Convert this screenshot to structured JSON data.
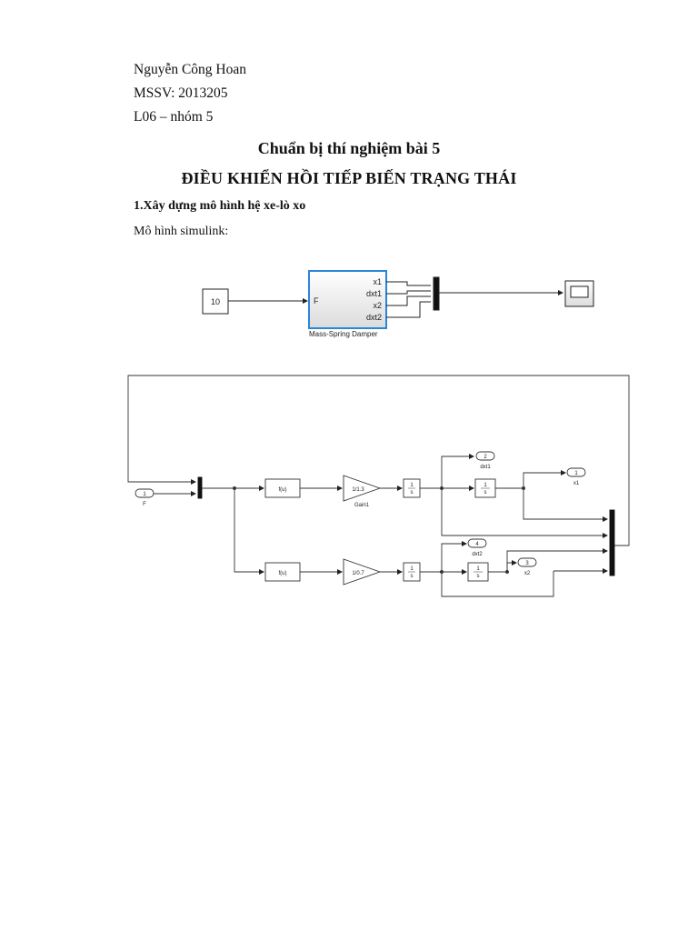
{
  "author": "Nguyễn Công Hoan",
  "student_id": "MSSV: 2013205",
  "group": "L06 – nhóm 5",
  "title": "Chuẩn bị thí nghiệm bài 5",
  "subtitle": "ĐIỀU KHIỂN HỒI TIẾP BIẾN TRẠNG THÁI",
  "section_heading": "1.Xây dựng mô hình hệ xe-lò xo",
  "model_label": "Mô hình simulink:",
  "diagram1": {
    "constant": "10",
    "subsystem_input": "F",
    "subsystem_outputs": [
      "x1",
      "dxt1",
      "x2",
      "dxt2"
    ],
    "subsystem_name": "Mass-Spring Damper"
  },
  "diagram2": {
    "in_port": {
      "number": "1",
      "label": "F"
    },
    "fcn_top": "f(u)",
    "fcn_bottom": "f(u)",
    "gain_top": "1/1.3",
    "gain_top_label": "Gain1",
    "gain_bottom": "1/0.7",
    "integrator": "1/s",
    "integrator_num": "1",
    "integrator_den": "s",
    "outputs": [
      {
        "number": "2",
        "label": "dxt1"
      },
      {
        "number": "1",
        "label": "x1"
      },
      {
        "number": "4",
        "label": "dxt2"
      },
      {
        "number": "3",
        "label": "x2"
      }
    ]
  }
}
